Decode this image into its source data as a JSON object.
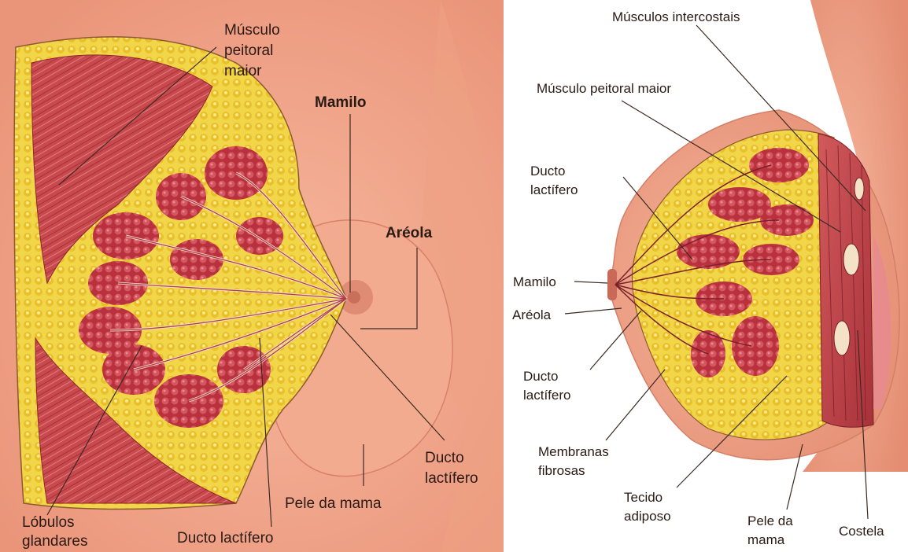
{
  "colors": {
    "background": "#ffffff",
    "skin": "#f2a58a",
    "skin_shadow": "#e48d72",
    "muscle": "#c9454a",
    "muscle_dark": "#9d2c33",
    "fat": "#f0cf3d",
    "lobule": "#c23a44",
    "duct": "#b33c45"
  },
  "left_panel": {
    "labels": {
      "musculo_peitoral": [
        "Músculo",
        "peitoral",
        "maior"
      ],
      "mamilo": "Mamilo",
      "areola": "Aréola",
      "ducto_right": [
        "Ducto",
        "lactífero"
      ],
      "pele": "Pele da mama",
      "ducto_bottom": "Ducto lactífero",
      "lobulos": [
        "Lóbulos",
        "glandares"
      ]
    }
  },
  "right_panel": {
    "labels": {
      "intercostais": "Músculos intercostais",
      "peitoral": "Músculo peitoral maior",
      "ducto_top": [
        "Ducto",
        "lactífero"
      ],
      "mamilo": "Mamilo",
      "areola": "Aréola",
      "ducto_mid": [
        "Ducto",
        "lactífero"
      ],
      "membranas": [
        "Membranas",
        "fibrosas"
      ],
      "tecido": [
        "Tecido",
        "adiposo"
      ],
      "pele": [
        "Pele da",
        "mama"
      ],
      "costela": "Costela"
    }
  }
}
